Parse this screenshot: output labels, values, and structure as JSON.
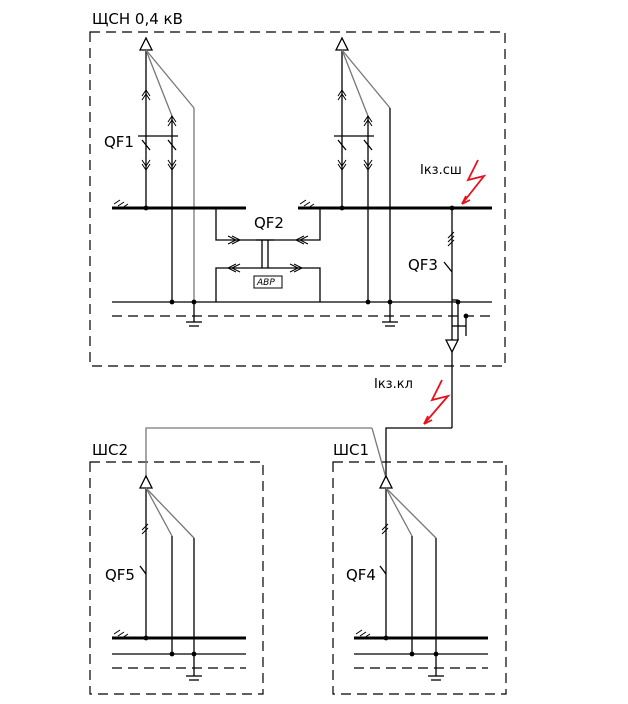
{
  "diagram": {
    "panels": {
      "main": "ЩСН 0,4 кВ",
      "sc2": "ШС2",
      "sc1": "ШС1"
    },
    "breakers": {
      "qf1": "QF1",
      "qf2": "QF2",
      "qf3": "QF3",
      "qf4": "QF4",
      "qf5": "QF5"
    },
    "abr": "АВР",
    "faults": {
      "bus": "Iкз.сш",
      "cable": "Iкз.кл"
    },
    "colors": {
      "line": "#000000",
      "cable": "#777777",
      "fault": "#e8101a"
    }
  }
}
